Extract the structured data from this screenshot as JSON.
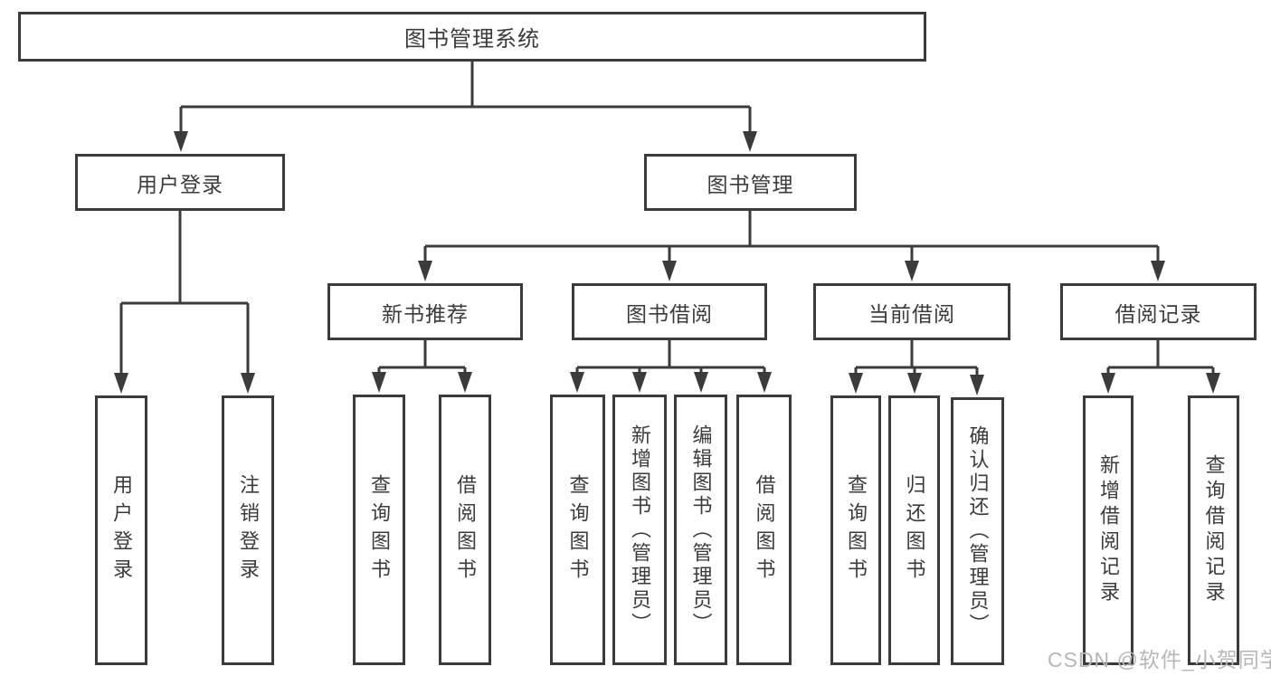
{
  "diagram": {
    "type": "tree",
    "description_root": "图书管理系统",
    "tree": {
      "label": "图书管理系统",
      "children": [
        {
          "label": "用户登录",
          "children": [
            {
              "label": "用户登录"
            },
            {
              "label": "注销登录"
            }
          ]
        },
        {
          "label": "图书管理",
          "children": [
            {
              "label": "新书推荐",
              "children": [
                {
                  "label": "查询图书"
                },
                {
                  "label": "借阅图书"
                }
              ]
            },
            {
              "label": "图书借阅",
              "children": [
                {
                  "label": "查询图书"
                },
                {
                  "label": "新增图书（管理员）"
                },
                {
                  "label": "编辑图书（管理员）"
                },
                {
                  "label": "借阅图书"
                }
              ]
            },
            {
              "label": "当前借阅",
              "children": [
                {
                  "label": "查询图书"
                },
                {
                  "label": "归还图书"
                },
                {
                  "label": "确认归还（管理员）"
                }
              ]
            },
            {
              "label": "借阅记录",
              "children": [
                {
                  "label": "新增借阅记录"
                },
                {
                  "label": "查询借阅记录"
                }
              ]
            }
          ]
        }
      ]
    }
  },
  "nodes": {
    "root": {
      "label": "图书管理系统"
    },
    "userLogin": {
      "label": "用户登录"
    },
    "bookMgmt": {
      "label": "图书管理"
    },
    "newBook": {
      "label": "新书推荐"
    },
    "bookBorrow": {
      "label": "图书借阅"
    },
    "currentBorrow": {
      "label": "当前借阅"
    },
    "borrowRecord": {
      "label": "借阅记录"
    },
    "leafUserLogin": {
      "label": "用户登录"
    },
    "leafLogout": {
      "label": "注销登录"
    },
    "leafQueryBooks1": {
      "label": "查询图书"
    },
    "leafBorrowBooks1": {
      "label": "借阅图书"
    },
    "leafQueryBooks2": {
      "label": "查询图书"
    },
    "leafAddBooks": {
      "label": "新增图书（管理员）"
    },
    "leafEditBooks": {
      "label": "编辑图书（管理员）"
    },
    "leafBorrowBooks2": {
      "label": "借阅图书"
    },
    "leafQueryBooks3": {
      "label": "查询图书"
    },
    "leafReturnBooks": {
      "label": "归还图书"
    },
    "leafConfirmReturn": {
      "label": "确认归还（管理员）"
    },
    "leafAddBorrowRecord": {
      "label": "新增借阅记录"
    },
    "leafQueryBorrowRecord": {
      "label": "查询借阅记录"
    }
  },
  "watermark": "CSDN @软件_小贺同学",
  "colors": {
    "line": "#3b3b3b",
    "box_border": "#3b3b3b",
    "text": "#3b3b3b",
    "background": "#ffffff",
    "watermark": "#b7b7b7"
  }
}
